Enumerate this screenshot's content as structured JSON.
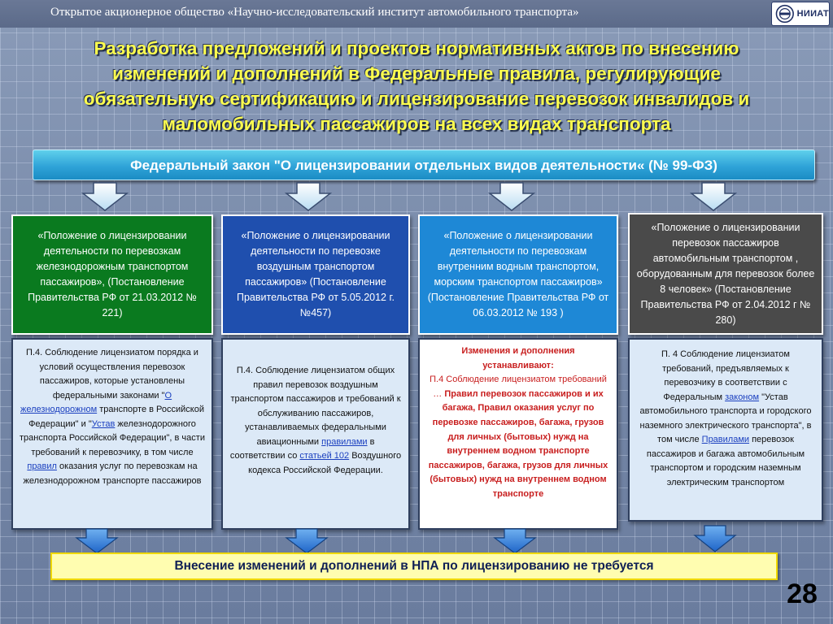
{
  "header": {
    "org": "Открытое акционерное общество «Научно-исследовательский институт автомобильного транспорта»",
    "logo_text": "НИИАТ"
  },
  "title": {
    "line1": "Разработка предложений и проектов нормативных актов по внесению",
    "line2": "изменений  и дополнений в Федеральные правила, регулирующие",
    "line3": "обязательную сертификацию и лицензирование перевозок инвалидов и",
    "line4": "маломобильных пассажиров  на всех видах транспорта"
  },
  "law_banner": "Федеральный закон \"О лицензировании отдельных видов деятельности« (№ 99-ФЗ)",
  "colors": {
    "rail_head": "#0a7a1f",
    "air_head": "#1f4fae",
    "water_head": "#1e88d6",
    "road_head": "#4a4a4a",
    "accent_yellow": "#ffff4f",
    "emphasis_red": "#c81e1e"
  },
  "cards": {
    "rail": {
      "head": "«Положение о лицензировании деятельности по перевозкам железнодорожным транспортом пассажиров», (Постановление Правительства РФ от 21.03.2012 № 221)",
      "p1": "П.4. Соблюдение лицензиатом порядка и условий осуществления перевозок пассажиров, которые установлены федеральными законами \"",
      "l1": "О железнодорожном",
      "p2": " транспорте в Российской Федерации\" и \"",
      "l2": "Устав",
      "p3": " железнодорожного транспорта Российской Федерации\", в части требований к перевозчику, в том числе ",
      "l3": "правил",
      "p4": " оказания услуг по перевозкам на железнодорожном транспорте пассажиров"
    },
    "air": {
      "head": "«Положение о лицензировании деятельности по перевозке воздушным транспортом пассажиров» (Постановление Правительства РФ от 5.05.2012 г. №457)",
      "p1": "П.4. Соблюдение лицензиатом общих правил перевозок воздушным транспортом пассажиров и требований к обслуживанию пассажиров, устанавливаемых федеральными авиационными ",
      "l1": "правилами",
      "p2": " в соответствии со ",
      "l2": "статьей 102",
      "p3": " Воздушного кодекса Российской Федерации."
    },
    "water": {
      "head": "«Положение о лицензировании деятельности по перевозкам внутренним водным транспортом, морским транспортом пассажиров» (Постановление Правительства РФ от 06.03.2012  № 193 )",
      "intro": "Изменения и дополнения устанавливают:",
      "p1": "П.4 Соблюдение лицензиатом требований … ",
      "b1": "Правил перевозок пассажиров и их багажа, Правил оказания услуг по перевозке пассажиров, багажа, грузов для личных (бытовых) нужд на внутреннем водном транспорте пассажиров, багажа, грузов для личных (бытовых) нужд на внутреннем водном транспорте"
    },
    "road": {
      "head": "«Положение о лицензировании перевозок пассажиров автомобильным транспортом , оборудованным для перевозок более 8 человек» (Постановление Правительства РФ от 2.04.2012 г № 280)",
      "p1": "П. 4 Соблюдение лицензиатом требований, предъявляемых к перевозчику в соответствии с Федеральным ",
      "l1": "законом",
      "p2": " \"Устав автомобильного транспорта и городского наземного электрического транспорта\", в том числе ",
      "l2": "Правилами",
      "p3": " перевозок пассажиров и багажа автомобильным транспортом и городским наземным электрическим транспортом"
    }
  },
  "result": "Внесение изменений и дополнений в НПА по лицензированию не требуется",
  "slide_number": "28"
}
